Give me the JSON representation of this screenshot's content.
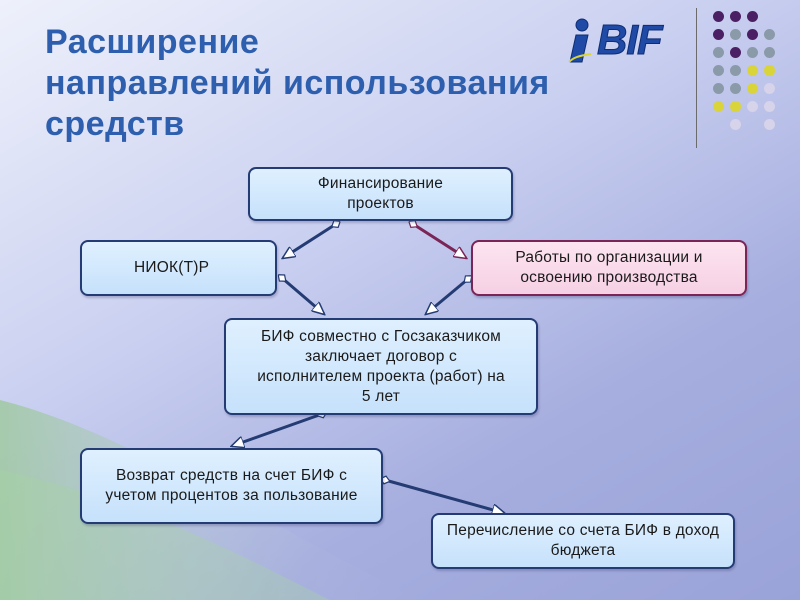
{
  "title": {
    "line1": "Расширение",
    "line2": "направлений использования",
    "line3": "средств"
  },
  "logo": {
    "text": "BIF",
    "icon": "info-i-icon"
  },
  "colors": {
    "title": "#2d5fae",
    "node_border": "#243c73",
    "node_fill": "#d3e8fd",
    "pink_border": "#7a2556",
    "pink_fill": "#f9dbeb",
    "connector_blue": "#243c73",
    "connector_pink": "#7a2556",
    "dot_purple": "#4b1f63",
    "dot_grey": "#8b9aa8",
    "dot_yellow": "#d8d43a",
    "dot_lavender": "#d6d3ea"
  },
  "nodes": {
    "financing": "Финансирование проектов",
    "niokr": "НИОК(Т)Р",
    "production": "Работы по организации и освоению производства",
    "contract": "БИФ совместно с Госзаказчиком заключает договор с исполнителем проекта (работ) на 5 лет",
    "return": "Возврат средств на счет БИФ с учетом процентов за пользование",
    "transfer": "Перечисление со счета БИФ в доход бюджета"
  }
}
